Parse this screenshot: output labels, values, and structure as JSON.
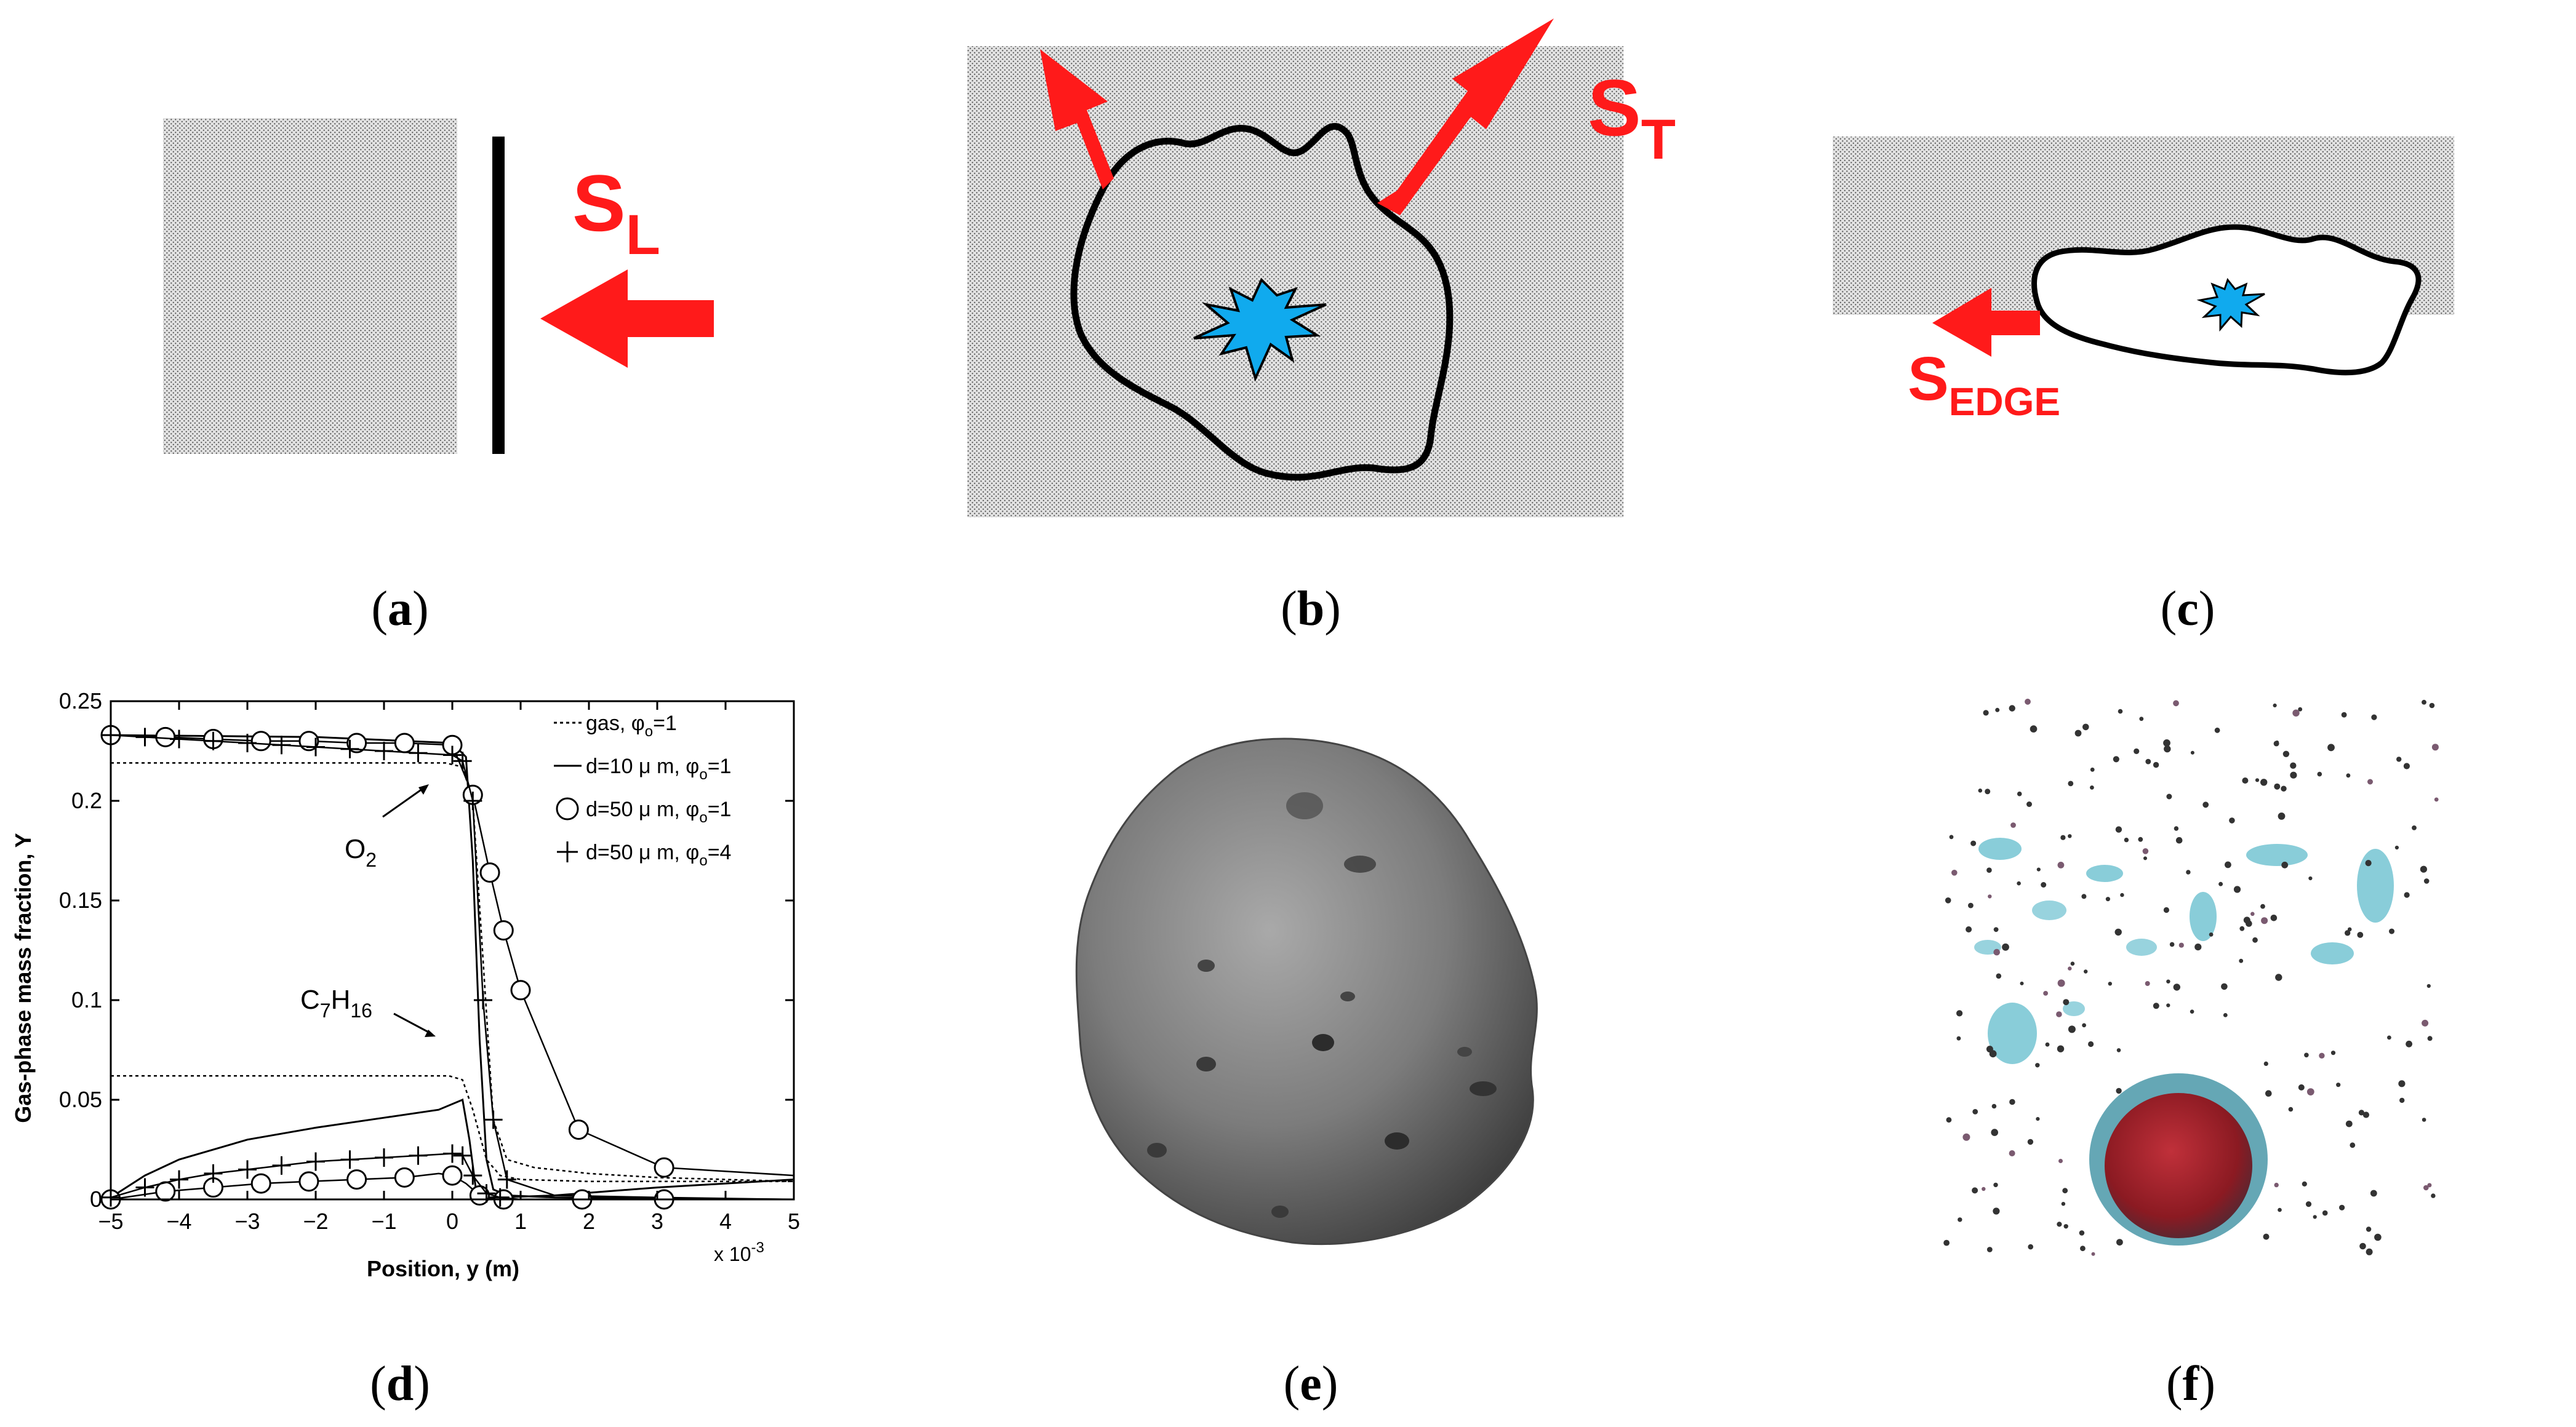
{
  "colors": {
    "arrow": "#ff1a1a",
    "flame": "#10aaee",
    "stipple_bg": "#e2e2e2",
    "stipple_dot": "#555555",
    "ink": "#000000"
  },
  "panel_a": {
    "label_main": "S",
    "label_sub": "L",
    "caption": "a"
  },
  "panel_b": {
    "label_main": "S",
    "label_sub": "T",
    "caption": "b"
  },
  "panel_c": {
    "label_main": "S",
    "label_sub": "EDGE",
    "caption": "c"
  },
  "panel_d": {
    "caption": "d"
  },
  "panel_e": {
    "caption": "e"
  },
  "panel_f": {
    "caption": "f"
  },
  "chart_data": {
    "type": "line",
    "title": "",
    "xlabel": "Position, y (m)",
    "ylabel": "Gas-phase mass fraction, Y",
    "x_multiplier_label": "x 10",
    "x_multiplier_exp": "-3",
    "xlim": [
      -5,
      5
    ],
    "ylim": [
      0,
      0.25
    ],
    "x_ticks": [
      -5,
      -4,
      -3,
      -2,
      -1,
      0,
      1,
      2,
      3,
      4,
      5
    ],
    "y_ticks": [
      0,
      0.05,
      0.1,
      0.15,
      0.2,
      0.25
    ],
    "y_tick_labels": [
      "0",
      "0.05",
      "0.1",
      "0.15",
      "0.2",
      "0.25"
    ],
    "legend_position": "top-right",
    "legend": [
      {
        "text": "gas, ",
        "sym": "φ",
        "sub": "o",
        "tail": "=1",
        "style": "dotted"
      },
      {
        "text": "d=10 μ m, ",
        "sym": "φ",
        "sub": "o",
        "tail": "=1",
        "style": "solid"
      },
      {
        "text": "d=50 μ m, ",
        "sym": "φ",
        "sub": "o",
        "tail": "=1",
        "style": "circle"
      },
      {
        "text": "d=50 μ m, ",
        "sym": "φ",
        "sub": "o",
        "tail": "=4",
        "style": "plus"
      }
    ],
    "annotations": [
      {
        "main": "O",
        "sub": "2"
      },
      {
        "main": "C",
        "sub": "7",
        "main2": "H",
        "sub2": "16"
      }
    ],
    "series": [
      {
        "group": "O2",
        "style": "dotted",
        "x": [
          -5,
          -0.1,
          0.15,
          0.3,
          0.45,
          0.6,
          0.8,
          1.2,
          2,
          3,
          4,
          5
        ],
        "y": [
          0.219,
          0.219,
          0.217,
          0.2,
          0.12,
          0.04,
          0.02,
          0.016,
          0.013,
          0.011,
          0.01,
          0.009
        ]
      },
      {
        "group": "O2",
        "style": "solid",
        "x": [
          -5,
          -2,
          0,
          0.2,
          0.3,
          0.4,
          0.5,
          0.6,
          0.8,
          1.5,
          3,
          5
        ],
        "y": [
          0.233,
          0.232,
          0.229,
          0.222,
          0.17,
          0.08,
          0.02,
          0.005,
          0.002,
          0.001,
          0.0005,
          0
        ]
      },
      {
        "group": "O2",
        "style": "circle",
        "x": [
          -5,
          -4.2,
          -3.5,
          -2.8,
          -2.1,
          -1.4,
          -0.7,
          0,
          0.3,
          0.55,
          0.75,
          1.0,
          1.85,
          3.1,
          5
        ],
        "y": [
          0.233,
          0.232,
          0.231,
          0.23,
          0.23,
          0.229,
          0.229,
          0.228,
          0.203,
          0.164,
          0.135,
          0.105,
          0.035,
          0.016,
          0.012
        ],
        "markers": [
          0,
          1,
          2,
          3,
          4,
          5,
          6,
          7,
          8,
          9,
          10,
          11,
          12,
          13
        ]
      },
      {
        "group": "O2",
        "style": "plus",
        "x": [
          -5,
          -4.5,
          -4,
          -3.5,
          -3,
          -2.5,
          -2,
          -1.5,
          -1,
          -0.5,
          0,
          0.15,
          0.3,
          0.45,
          0.6,
          0.8,
          1.5,
          3,
          5
        ],
        "y": [
          0.233,
          0.232,
          0.231,
          0.23,
          0.229,
          0.228,
          0.227,
          0.226,
          0.225,
          0.224,
          0.223,
          0.22,
          0.2,
          0.1,
          0.04,
          0.01,
          0.002,
          0.001,
          0
        ],
        "markers": [
          0,
          1,
          2,
          3,
          4,
          5,
          6,
          7,
          8,
          9,
          10,
          11,
          12,
          13,
          14,
          15
        ]
      },
      {
        "group": "C7H16",
        "style": "dotted",
        "x": [
          -5,
          -0.05,
          0.15,
          0.3,
          0.5,
          0.7,
          1,
          2,
          3,
          4,
          5
        ],
        "y": [
          0.062,
          0.062,
          0.06,
          0.045,
          0.02,
          0.012,
          0.01,
          0.009,
          0.009,
          0.009,
          0.009
        ]
      },
      {
        "group": "C7H16",
        "style": "solid",
        "x": [
          -5,
          -4.5,
          -4,
          -3,
          -2,
          -1,
          -0.2,
          0.15,
          0.25,
          0.35,
          0.45,
          0.7,
          1.5,
          3,
          5
        ],
        "y": [
          0.001,
          0.012,
          0.02,
          0.03,
          0.036,
          0.041,
          0.045,
          0.05,
          0.03,
          0.004,
          0.001,
          0.001,
          0.002,
          0.006,
          0.01
        ]
      },
      {
        "group": "C7H16",
        "style": "circle",
        "x": [
          -5,
          -4.2,
          -3.5,
          -2.8,
          -2.1,
          -1.4,
          -0.7,
          -0.2,
          0.0,
          0.2,
          0.4,
          0.5,
          0.75,
          1.9,
          3.1,
          5
        ],
        "y": [
          0,
          0.004,
          0.006,
          0.008,
          0.009,
          0.01,
          0.011,
          0.013,
          0.012,
          0.008,
          0.002,
          0.001,
          0,
          0,
          0,
          0
        ],
        "markers": [
          0,
          1,
          2,
          3,
          4,
          5,
          6,
          8,
          10,
          12,
          13,
          14
        ]
      },
      {
        "group": "C7H16",
        "style": "plus",
        "x": [
          -5,
          -4.5,
          -4,
          -3.5,
          -3,
          -2.5,
          -2,
          -1.5,
          -1,
          -0.5,
          0,
          0.15,
          0.3,
          0.5,
          0.7,
          1,
          2,
          5
        ],
        "y": [
          0.001,
          0.006,
          0.01,
          0.013,
          0.015,
          0.017,
          0.019,
          0.02,
          0.021,
          0.022,
          0.023,
          0.022,
          0.012,
          0.003,
          0.001,
          0,
          0,
          0
        ],
        "markers": [
          0,
          1,
          2,
          3,
          4,
          5,
          6,
          7,
          8,
          9,
          10,
          11,
          12,
          13,
          14
        ]
      }
    ]
  }
}
